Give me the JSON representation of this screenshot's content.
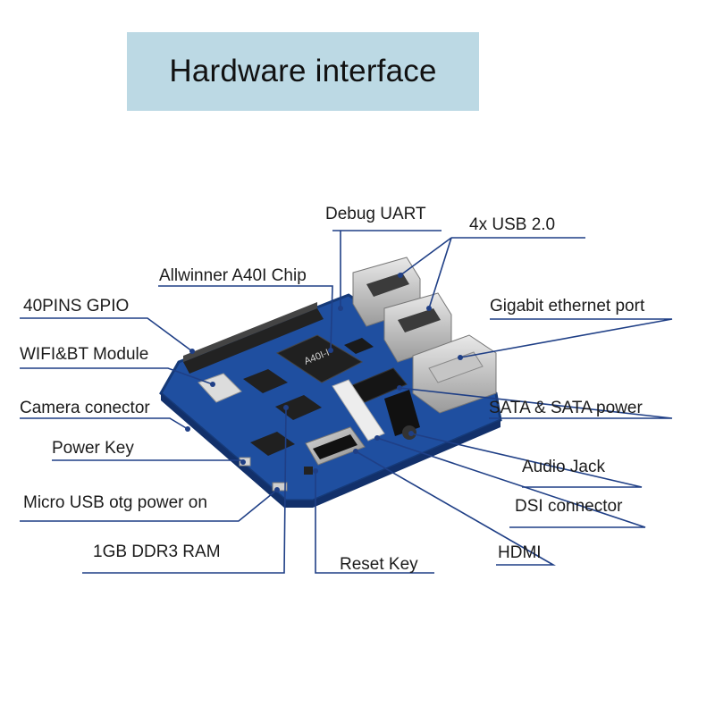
{
  "title": "Hardware interface",
  "board": {
    "chip_marking": "A40I-I"
  },
  "labels": {
    "debug_uart": "Debug UART",
    "usb": "4x USB 2.0",
    "allwinner": "Allwinner A40I Chip",
    "gpio": "40PINS GPIO",
    "ethernet": "Gigabit ethernet port",
    "wifi": "WIFI&BT Module",
    "camera": "Camera conector",
    "sata": "SATA & SATA power",
    "power_key": "Power Key",
    "audio": "Audio Jack",
    "micro_usb": "Micro USB otg power on",
    "dsi": "DSI connector",
    "ram": "1GB DDR3 RAM",
    "reset": "Reset Key",
    "hdmi": "HDMI"
  },
  "colors": {
    "banner": "#bcd9e4",
    "line": "#1f3f86",
    "pcb": "#1f4fa0",
    "text": "#1b1b1b"
  }
}
